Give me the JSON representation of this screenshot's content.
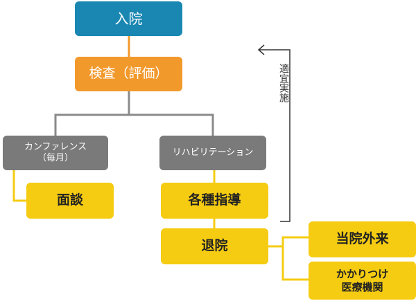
{
  "nodes": {
    "admission": "入院",
    "exam": "検査（評価）",
    "conference_line1": "カンファレンス",
    "conference_line2": "（毎月）",
    "rehab": "リハビリテーション",
    "interview": "面談",
    "guidance": "各種指導",
    "discharge": "退院",
    "outpatient": "当院外来",
    "familydoc_line1": "かかりつけ",
    "familydoc_line2": "医療機関"
  },
  "side_note": "適宜実施",
  "colors": {
    "blue": "#1a87b2",
    "orange": "#f2992c",
    "gray": "#7a7a7a",
    "yellow": "#f5cc12",
    "line_orange": "#f2992c",
    "line_gray": "#8a8a8a",
    "line_yellow": "#f5cc12",
    "arrow": "#333333"
  }
}
